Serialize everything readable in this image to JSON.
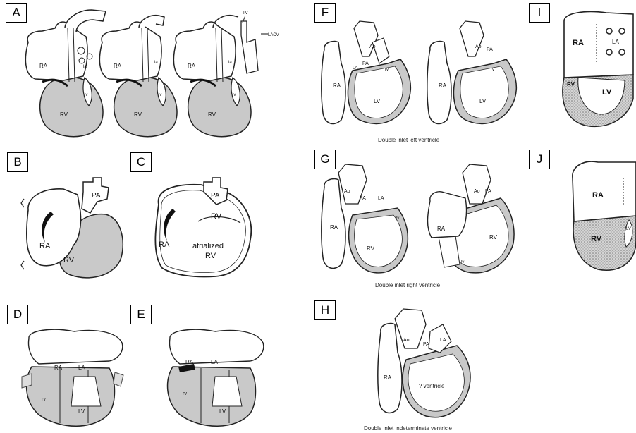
{
  "panel_letters": [
    "A",
    "B",
    "C",
    "D",
    "E",
    "F",
    "G",
    "H",
    "I",
    "J"
  ],
  "captions": {
    "F": "Double inlet left ventricle",
    "G": "Double inlet right ventricle",
    "H": "Double inlet indeterminate ventricle"
  },
  "structure_labels": {
    "A": {
      "ra1": "RA",
      "rv1": "RV",
      "la1": "la",
      "lv1": "lv",
      "ra2": "RA",
      "rv2": "RV",
      "la2": "la",
      "lv2": "lv",
      "ra3": "RA",
      "rv3": "RV",
      "la3": "la",
      "lv3": "lv",
      "tv": "TV",
      "lacv": "LACV"
    },
    "B": {
      "ra": "RA",
      "rv": "RV",
      "pa": "PA"
    },
    "C": {
      "ra": "RA",
      "rv": "RV",
      "pa": "PA",
      "atrialized1": "atrialized",
      "atrialized2": "RV"
    },
    "D": {
      "ra": "RA",
      "la": "LA",
      "rv": "rv",
      "lv": "LV"
    },
    "E": {
      "ra": "RA",
      "la": "LA",
      "rv": "rv",
      "lv": "LV"
    },
    "F": {
      "ra1": "RA",
      "lv1": "LV",
      "ao1": "Ao",
      "pa1": "PA",
      "la1": "LA",
      "rv1": "rv",
      "ra2": "RA",
      "lv2": "LV",
      "ao2": "Ao",
      "pa2": "PA",
      "rv2": "rv"
    },
    "G": {
      "ra1": "RA",
      "rv1": "RV",
      "ao1": "Ao",
      "pa1": "PA",
      "la1": "LA",
      "lv1": "lv",
      "ra2": "RA",
      "rv2": "RV",
      "ao2": "Ao",
      "pa2": "PA",
      "lv2": "lv"
    },
    "H": {
      "ra": "RA",
      "ao": "Ao",
      "pa": "PA",
      "la": "LA",
      "ventricle": "? ventricle"
    },
    "I": {
      "ra": "RA",
      "la": "LA",
      "rv": "RV",
      "lv": "LV"
    },
    "J": {
      "ra": "RA",
      "rv": "RV",
      "lv": "LV"
    }
  },
  "colors": {
    "ventricle_fill": "#c9c9c9",
    "outline": "#222222",
    "dark": "#111111",
    "stipple": "#8a8a8a"
  }
}
